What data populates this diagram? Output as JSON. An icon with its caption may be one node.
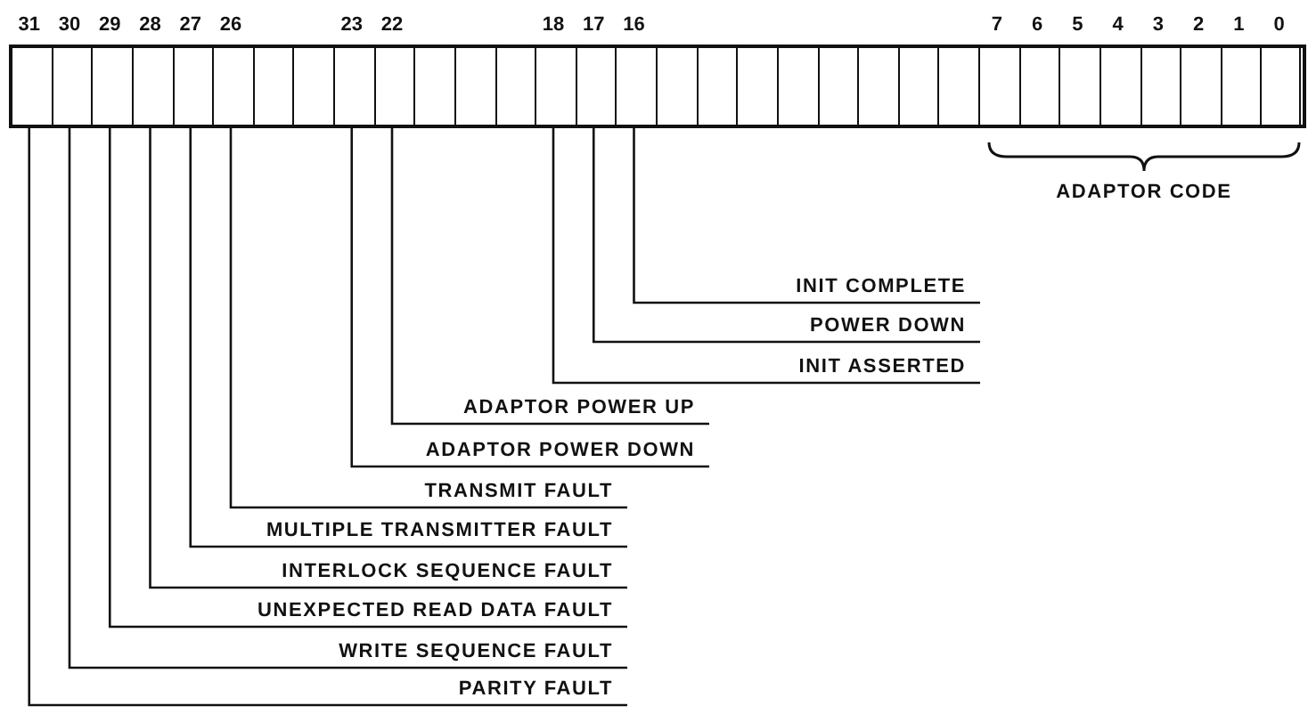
{
  "diagram": {
    "nodes": [
      {
        "text": [],
        "shape": "box"
      },
      {
        "text": [],
        "shape": "box",
        "in": 0,
        "beside": [
          "31"
        ]
      },
      {
        "text": [],
        "shape": "box",
        "in": 0,
        "beside": [
          "30"
        ]
      },
      {
        "text": [],
        "shape": "box",
        "in": 0,
        "beside": [
          "29"
        ]
      },
      {
        "text": [],
        "shape": "box",
        "in": 0,
        "beside": [
          "28"
        ]
      },
      {
        "text": [],
        "shape": "box",
        "in": 0,
        "beside": [
          "27"
        ]
      },
      {
        "text": [],
        "shape": "box",
        "in": 0,
        "beside": [
          "26"
        ]
      },
      {
        "text": [],
        "shape": "box",
        "in": 0
      },
      {
        "text": [],
        "shape": "box",
        "in": 0
      },
      {
        "text": [],
        "shape": "box",
        "in": 0,
        "beside": [
          "23"
        ]
      },
      {
        "text": [],
        "shape": "box",
        "in": 0,
        "beside": [
          "22"
        ]
      },
      {
        "text": [],
        "shape": "box",
        "in": 0
      },
      {
        "text": [],
        "shape": "box",
        "in": 0
      },
      {
        "text": [],
        "shape": "box",
        "in": 0
      },
      {
        "text": [],
        "shape": "box",
        "in": 0,
        "beside": [
          "18"
        ]
      },
      {
        "text": [],
        "shape": "box",
        "in": 0,
        "beside": [
          "17"
        ]
      },
      {
        "text": [],
        "shape": "box",
        "in": 0,
        "beside": [
          "16"
        ]
      },
      {
        "text": [],
        "shape": "box",
        "in": 0
      },
      {
        "text": [],
        "shape": "box",
        "in": 0
      },
      {
        "text": [],
        "shape": "box",
        "in": 0
      },
      {
        "text": [],
        "shape": "box",
        "in": 0
      },
      {
        "text": [],
        "shape": "box",
        "in": 0
      },
      {
        "text": [],
        "shape": "box",
        "in": 0
      },
      {
        "text": [],
        "shape": "box",
        "in": 0
      },
      {
        "text": [],
        "shape": "box",
        "in": 0
      },
      {
        "text": [],
        "shape": "box",
        "in": 0,
        "beside": [
          "7"
        ]
      },
      {
        "text": [],
        "shape": "box",
        "in": 0,
        "beside": [
          "6"
        ]
      },
      {
        "text": [],
        "shape": "box",
        "in": 0,
        "beside": [
          "5"
        ]
      },
      {
        "text": [],
        "shape": "box",
        "in": 0,
        "beside": [
          "4"
        ]
      },
      {
        "text": [],
        "shape": "box",
        "in": 0,
        "beside": [
          "3"
        ]
      },
      {
        "text": [],
        "shape": "box",
        "in": 0,
        "beside": [
          "2"
        ]
      },
      {
        "text": [],
        "shape": "box",
        "in": 0,
        "beside": [
          "1"
        ]
      },
      {
        "text": [],
        "shape": "box",
        "in": 0,
        "beside": [
          "0"
        ]
      },
      {
        "text": [
          "INIT COMPLETE"
        ]
      },
      {
        "text": [
          "POWER DOWN"
        ]
      },
      {
        "text": [
          "INIT ASSERTED"
        ]
      },
      {
        "text": [
          "ADAPTOR POWER UP"
        ]
      },
      {
        "text": [
          "ADAPTOR POWER DOWN"
        ]
      },
      {
        "text": [
          "TRANSMIT FAULT"
        ]
      },
      {
        "text": [
          "MULTIPLE TRANSMITTER FAULT"
        ]
      },
      {
        "text": [
          "INTERLOCK SEQUENCE FAULT"
        ]
      },
      {
        "text": [
          "UNEXPECTED READ DATA FAULT"
        ]
      },
      {
        "text": [
          "WRITE SEQUENCE FAULT"
        ]
      },
      {
        "text": [
          "PARITY FAULT"
        ]
      }
    ],
    "edges": [
      {
        "from": 33,
        "to": 16,
        "arrow": "none"
      },
      {
        "from": 34,
        "to": 15,
        "arrow": "none"
      },
      {
        "from": 35,
        "to": 14,
        "arrow": "none"
      },
      {
        "from": 36,
        "to": 10,
        "arrow": "none"
      },
      {
        "from": 37,
        "to": 9,
        "arrow": "none"
      },
      {
        "from": 38,
        "to": 6,
        "arrow": "none"
      },
      {
        "from": 39,
        "to": 5,
        "arrow": "none"
      },
      {
        "from": 40,
        "to": 4,
        "arrow": "none"
      },
      {
        "from": 41,
        "to": 3,
        "arrow": "none"
      },
      {
        "from": 42,
        "to": 2,
        "arrow": "none"
      },
      {
        "from": 43,
        "to": 1,
        "arrow": "none"
      }
    ],
    "labels": [
      "ADAPTOR CODE"
    ]
  }
}
